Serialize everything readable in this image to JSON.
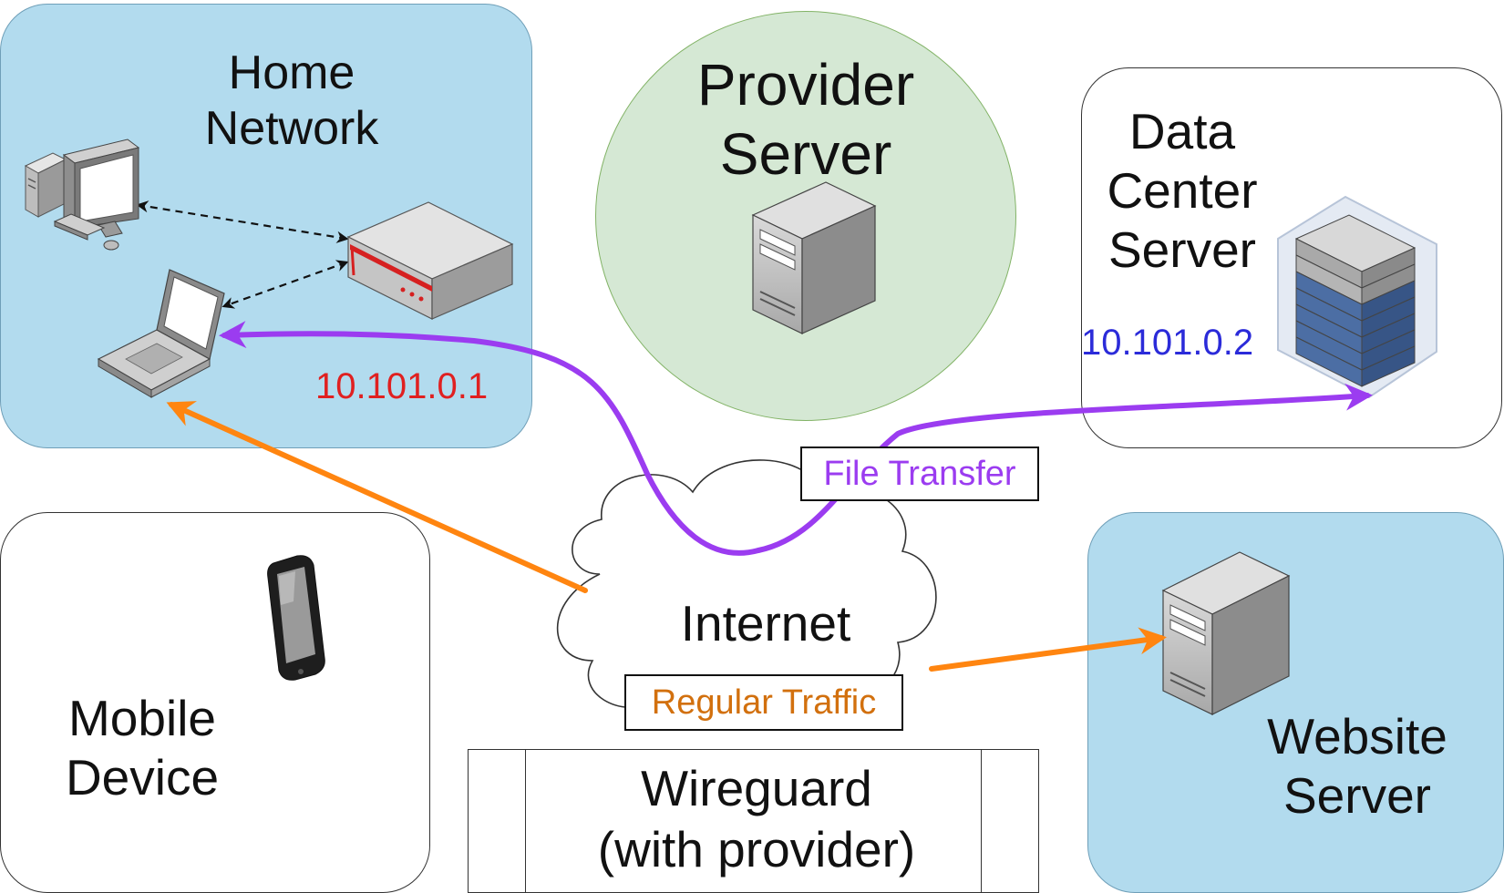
{
  "regions": {
    "home": "Home\nNetwork",
    "provider": "Provider\nServer",
    "datacenter": "Data\nCenter\nServer",
    "mobile": "Mobile\nDevice",
    "website": "Website\nServer",
    "internet": "Internet",
    "wireguard": "Wireguard\n(with provider)"
  },
  "addresses": {
    "home_ip": "10.101.0.1",
    "datacenter_ip": "10.101.0.2"
  },
  "connections": {
    "file_transfer": "File Transfer",
    "regular_traffic": "Regular Traffic"
  },
  "icons": {
    "desktop": "desktop-computer-icon",
    "laptop": "laptop-icon",
    "router": "router-icon",
    "provider_server": "tower-server-icon",
    "datacenter_server": "rack-server-icon",
    "mobile": "smartphone-icon",
    "website_server": "tower-server-icon",
    "internet": "cloud-icon"
  },
  "colors": {
    "home_ip": "#e02020",
    "datacenter_ip": "#2b2bd9",
    "file_transfer": "#9b3cf0",
    "regular_traffic": "#d2700e",
    "purple_arrow": "#9b3cf0",
    "orange_arrow": "#ff8510",
    "home_fill": "#b2dbee",
    "provider_fill": "#d5e8d4"
  }
}
